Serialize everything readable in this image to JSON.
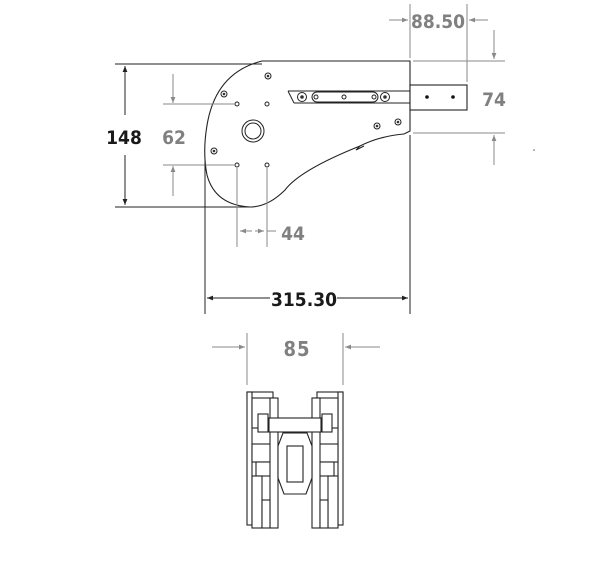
{
  "side_view": {
    "dimensions": {
      "overall_height": "148",
      "hole_spacing_vertical": "62",
      "hole_spacing_horizontal": "44",
      "overall_length": "315.30",
      "extension_length": "88.50",
      "extension_offset": "74"
    }
  },
  "end_view": {
    "dimensions": {
      "width": "85"
    }
  }
}
